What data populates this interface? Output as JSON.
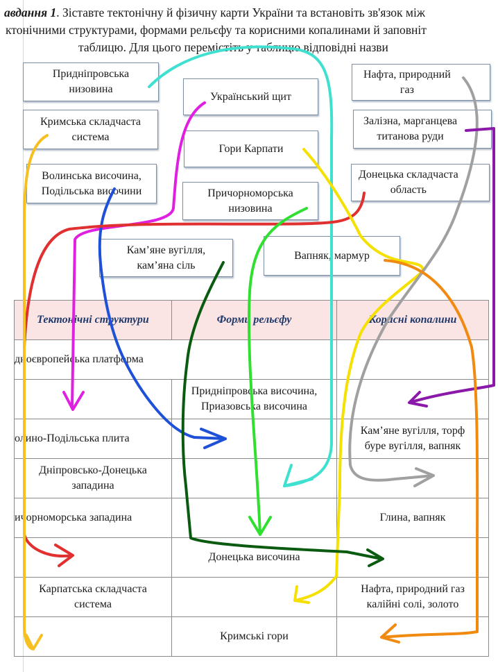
{
  "task": {
    "label": "авдання 1",
    "line1": ". Зіставте тектонічну й фізичну карти України та встановіть зв'язок між",
    "line2": "ктонічними структурами, формами рельєфу та корисними копалинами й заповніт",
    "line3": "таблицю. Для цього перемістіть у таблицю відповідні назви"
  },
  "cards": [
    {
      "l1": "Придніпровська",
      "l2": "низовина"
    },
    {
      "l1": "Кримська складчаста",
      "l2": "система"
    },
    {
      "l1": "Волинська височина,",
      "l2": "Подільська височини"
    },
    {
      "l1": "Український щит",
      "l2": ""
    },
    {
      "l1": "Гори Карпати",
      "l2": ""
    },
    {
      "l1": "Причорноморська",
      "l2": "низовина"
    },
    {
      "l1": "Кам’яне вугілля,",
      "l2": "кам’яна сіль"
    },
    {
      "l1": "Вапняк, мармур",
      "l2": ""
    },
    {
      "l1": "Нафта, природний",
      "l2": "газ"
    },
    {
      "l1": "Залізна, марганцева",
      "l2": "титанова руди"
    },
    {
      "l1": "Донецька складчаста",
      "l2": "область"
    }
  ],
  "table": {
    "headers": [
      "Тектонічні структури",
      "Форми рельєфу",
      "Корисні копалини"
    ],
    "rows": [
      {
        "a": "дноєвропейська платформа",
        "b": "",
        "c": ""
      },
      {
        "a": "",
        "b": "Придніпровська височина,\nПриазовська височина",
        "c": ""
      },
      {
        "a": "олино-Подільська плита",
        "b": "",
        "c": "Кам’яне вугілля, торф\nбуре вугілля, вапняк"
      },
      {
        "a": "Дніпровсько-Донецька\nзападина",
        "b": "",
        "c": ""
      },
      {
        "a": "ичорноморська западина",
        "b": "",
        "c": "Глина, вапняк"
      },
      {
        "a": "",
        "b": "Донецька височина",
        "c": ""
      },
      {
        "a": "Карпатська складчаста\nсистема",
        "b": "",
        "c": "Нафта, природний газ\nкалійні солі, золото"
      },
      {
        "a": "",
        "b": "Кримські гори",
        "c": ""
      }
    ]
  },
  "colors": {
    "card_border": "#7b8fa6",
    "header_bg": "#fbe4e4",
    "header_text": "#1f3a6b"
  }
}
